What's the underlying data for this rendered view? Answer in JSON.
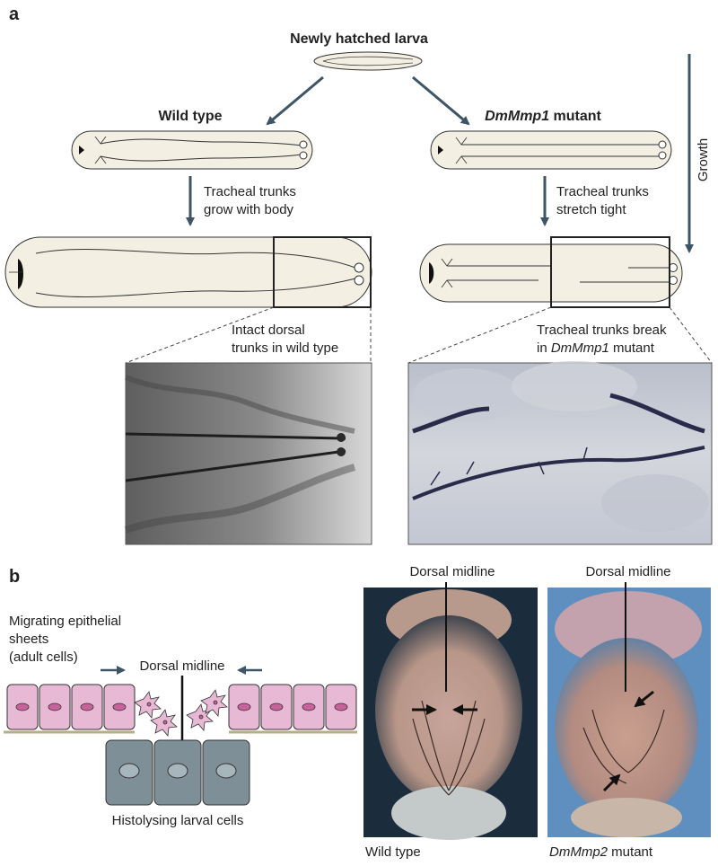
{
  "panel_a": {
    "label": "a",
    "top_title": "Newly hatched larva",
    "wild_type_title": "Wild type",
    "mutant_title_gene": "DmMmp1",
    "mutant_title_suffix": " mutant",
    "growth_label": "Growth",
    "wt_arrow_line1": "Tracheal trunks",
    "wt_arrow_line2": "grow with body",
    "mut_arrow_line1": "Tracheal trunks",
    "mut_arrow_line2": "stretch tight",
    "wt_zoom_line1": "Intact dorsal",
    "wt_zoom_line2": "trunks in wild type",
    "mut_zoom_line1": "Tracheal trunks break",
    "mut_zoom_line2_prefix": "in ",
    "mut_zoom_line2_gene": "DmMmp1",
    "mut_zoom_line2_suffix": " mutant"
  },
  "panel_b": {
    "label": "b",
    "sheets_line1": "Migrating epithelial",
    "sheets_line2": "sheets",
    "sheets_line3": "(adult cells)",
    "dorsal_midline_diagram": "Dorsal midline",
    "histolysing": "Histolysing larval cells",
    "photo_wt_midline": "Dorsal midline",
    "photo_mut_midline": "Dorsal midline",
    "photo_wt_caption": "Wild type",
    "photo_mut_caption_gene": "DmMmp2",
    "photo_mut_caption_suffix": " mutant"
  },
  "colors": {
    "arrow": "#3d5566",
    "larva_fill": "#f3efe3",
    "cell_pink": "#e8b9d5",
    "nucleus_pink": "#c7629a",
    "cell_grey": "#7f8f98",
    "baseline": "#b8ae86"
  }
}
